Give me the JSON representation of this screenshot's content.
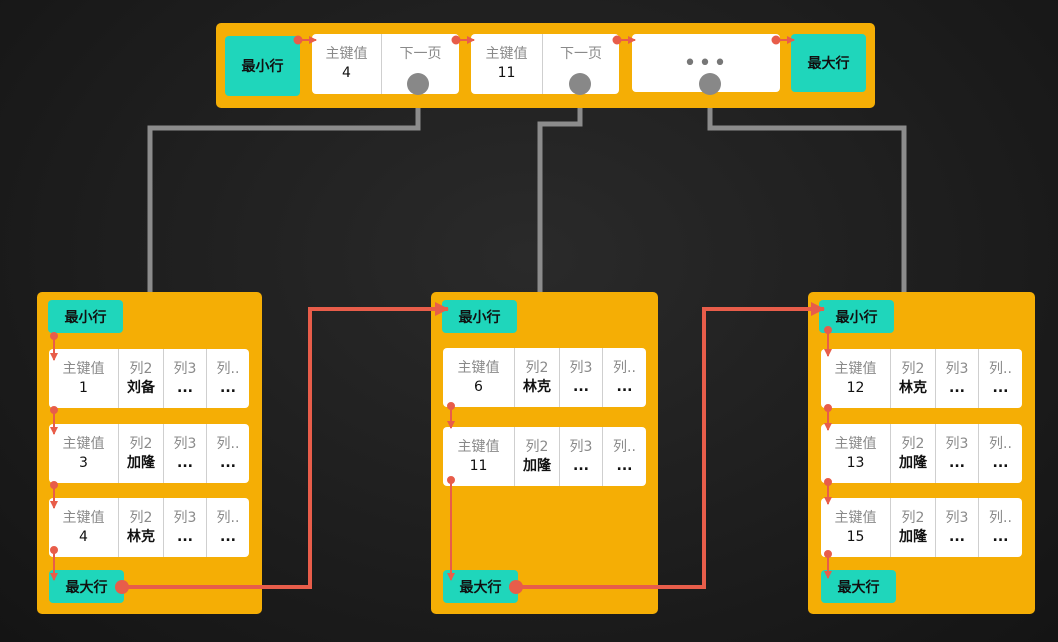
{
  "colors": {
    "background": "#1b1b1b",
    "page": "#f5ae05",
    "marker": "#1fd6bb",
    "record": "#ffffff",
    "pointer_line": "#e85d4a",
    "connector": "#888888"
  },
  "directory_page": {
    "min_label": "最小行",
    "max_label": "最大行",
    "entries": [
      {
        "key_label": "主键值",
        "key": "4",
        "next_label": "下一页"
      },
      {
        "key_label": "主键值",
        "key": "11",
        "next_label": "下一页"
      }
    ],
    "ellipsis": "•••"
  },
  "data_pages": [
    {
      "min_label": "最小行",
      "max_label": "最大行",
      "rows": [
        {
          "key_label": "主键值",
          "key": "1",
          "col2_label": "列2",
          "col2": "刘备",
          "col3_label": "列3",
          "col3": "...",
          "col4_label": "列..",
          "col4": "..."
        },
        {
          "key_label": "主键值",
          "key": "3",
          "col2_label": "列2",
          "col2": "加隆",
          "col3_label": "列3",
          "col3": "...",
          "col4_label": "列..",
          "col4": "..."
        },
        {
          "key_label": "主键值",
          "key": "4",
          "col2_label": "列2",
          "col2": "林克",
          "col3_label": "列3",
          "col3": "...",
          "col4_label": "列..",
          "col4": "..."
        }
      ]
    },
    {
      "min_label": "最小行",
      "max_label": "最大行",
      "rows": [
        {
          "key_label": "主键值",
          "key": "6",
          "col2_label": "列2",
          "col2": "林克",
          "col3_label": "列3",
          "col3": "...",
          "col4_label": "列..",
          "col4": "..."
        },
        {
          "key_label": "主键值",
          "key": "11",
          "col2_label": "列2",
          "col2": "加隆",
          "col3_label": "列3",
          "col3": "...",
          "col4_label": "列..",
          "col4": "..."
        }
      ]
    },
    {
      "min_label": "最小行",
      "max_label": "最大行",
      "rows": [
        {
          "key_label": "主键值",
          "key": "12",
          "col2_label": "列2",
          "col2": "林克",
          "col3_label": "列3",
          "col3": "...",
          "col4_label": "列..",
          "col4": "..."
        },
        {
          "key_label": "主键值",
          "key": "13",
          "col2_label": "列2",
          "col2": "加隆",
          "col3_label": "列3",
          "col3": "...",
          "col4_label": "列..",
          "col4": "..."
        },
        {
          "key_label": "主键值",
          "key": "15",
          "col2_label": "列2",
          "col2": "加隆",
          "col3_label": "列3",
          "col3": "...",
          "col4_label": "列..",
          "col4": "..."
        }
      ]
    }
  ]
}
